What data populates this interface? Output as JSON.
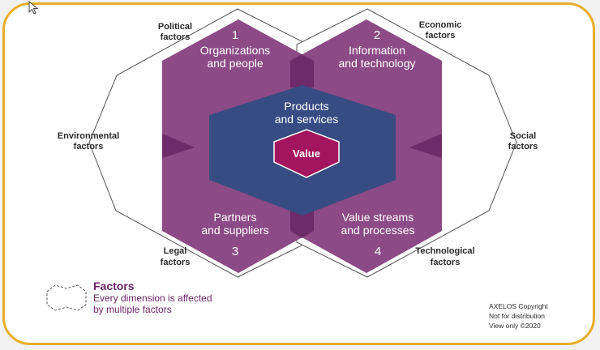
{
  "dimensions": [
    {
      "number": "1",
      "line1": "Organizations",
      "line2": "and people"
    },
    {
      "number": "2",
      "line1": "Information",
      "line2": "and technology"
    },
    {
      "number": "3",
      "line1": "Partners",
      "line2": "and suppliers"
    },
    {
      "number": "4",
      "line1": "Value streams",
      "line2": "and processes"
    }
  ],
  "center": {
    "line1": "Products",
    "line2": "and services",
    "value_label": "Value"
  },
  "factors": {
    "political": {
      "line1": "Political",
      "line2": "factors"
    },
    "economic": {
      "line1": "Economic",
      "line2": "factors"
    },
    "environmental": {
      "line1": "Environmental",
      "line2": "factors"
    },
    "social": {
      "line1": "Social",
      "line2": "factors"
    },
    "legal": {
      "line1": "Legal",
      "line2": "factors"
    },
    "technological": {
      "line1": "Technological",
      "line2": "factors"
    }
  },
  "legend": {
    "title": "Factors",
    "line1": "Every dimension is affected",
    "line2": "by multiple factors"
  },
  "copyright": {
    "line1": "AXELOS Copyright",
    "line2": "Not for distribution",
    "line3": "View only ©2020"
  },
  "colors": {
    "purple": "#8c4a86",
    "purple_overlap": "#6e2b69",
    "blue": "#374c82",
    "value_fill": "#a3155f",
    "frame": "#e8ad2a",
    "legend_text": "#6b2466"
  }
}
